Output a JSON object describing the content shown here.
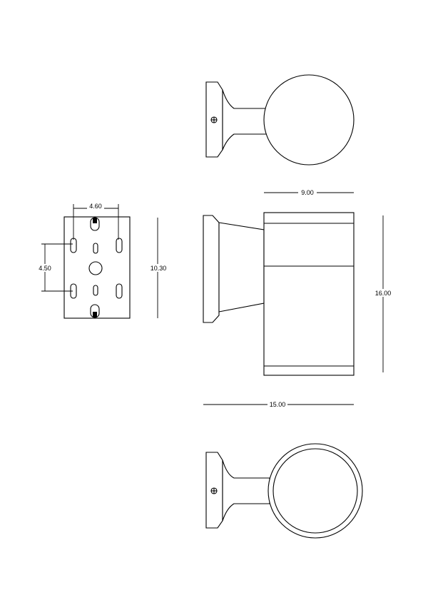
{
  "dimensions": {
    "bracket_hole_spacing_horizontal": "4.60",
    "bracket_hole_spacing_vertical": "4.50",
    "bracket_height": "10.30",
    "body_diameter": "9.00",
    "body_height": "16.00",
    "total_projection": "15.00"
  },
  "colors": {
    "line": "#000000",
    "background": "#ffffff"
  },
  "views": [
    "top-view",
    "mounting-plate-front-view",
    "side-view",
    "bottom-view"
  ]
}
